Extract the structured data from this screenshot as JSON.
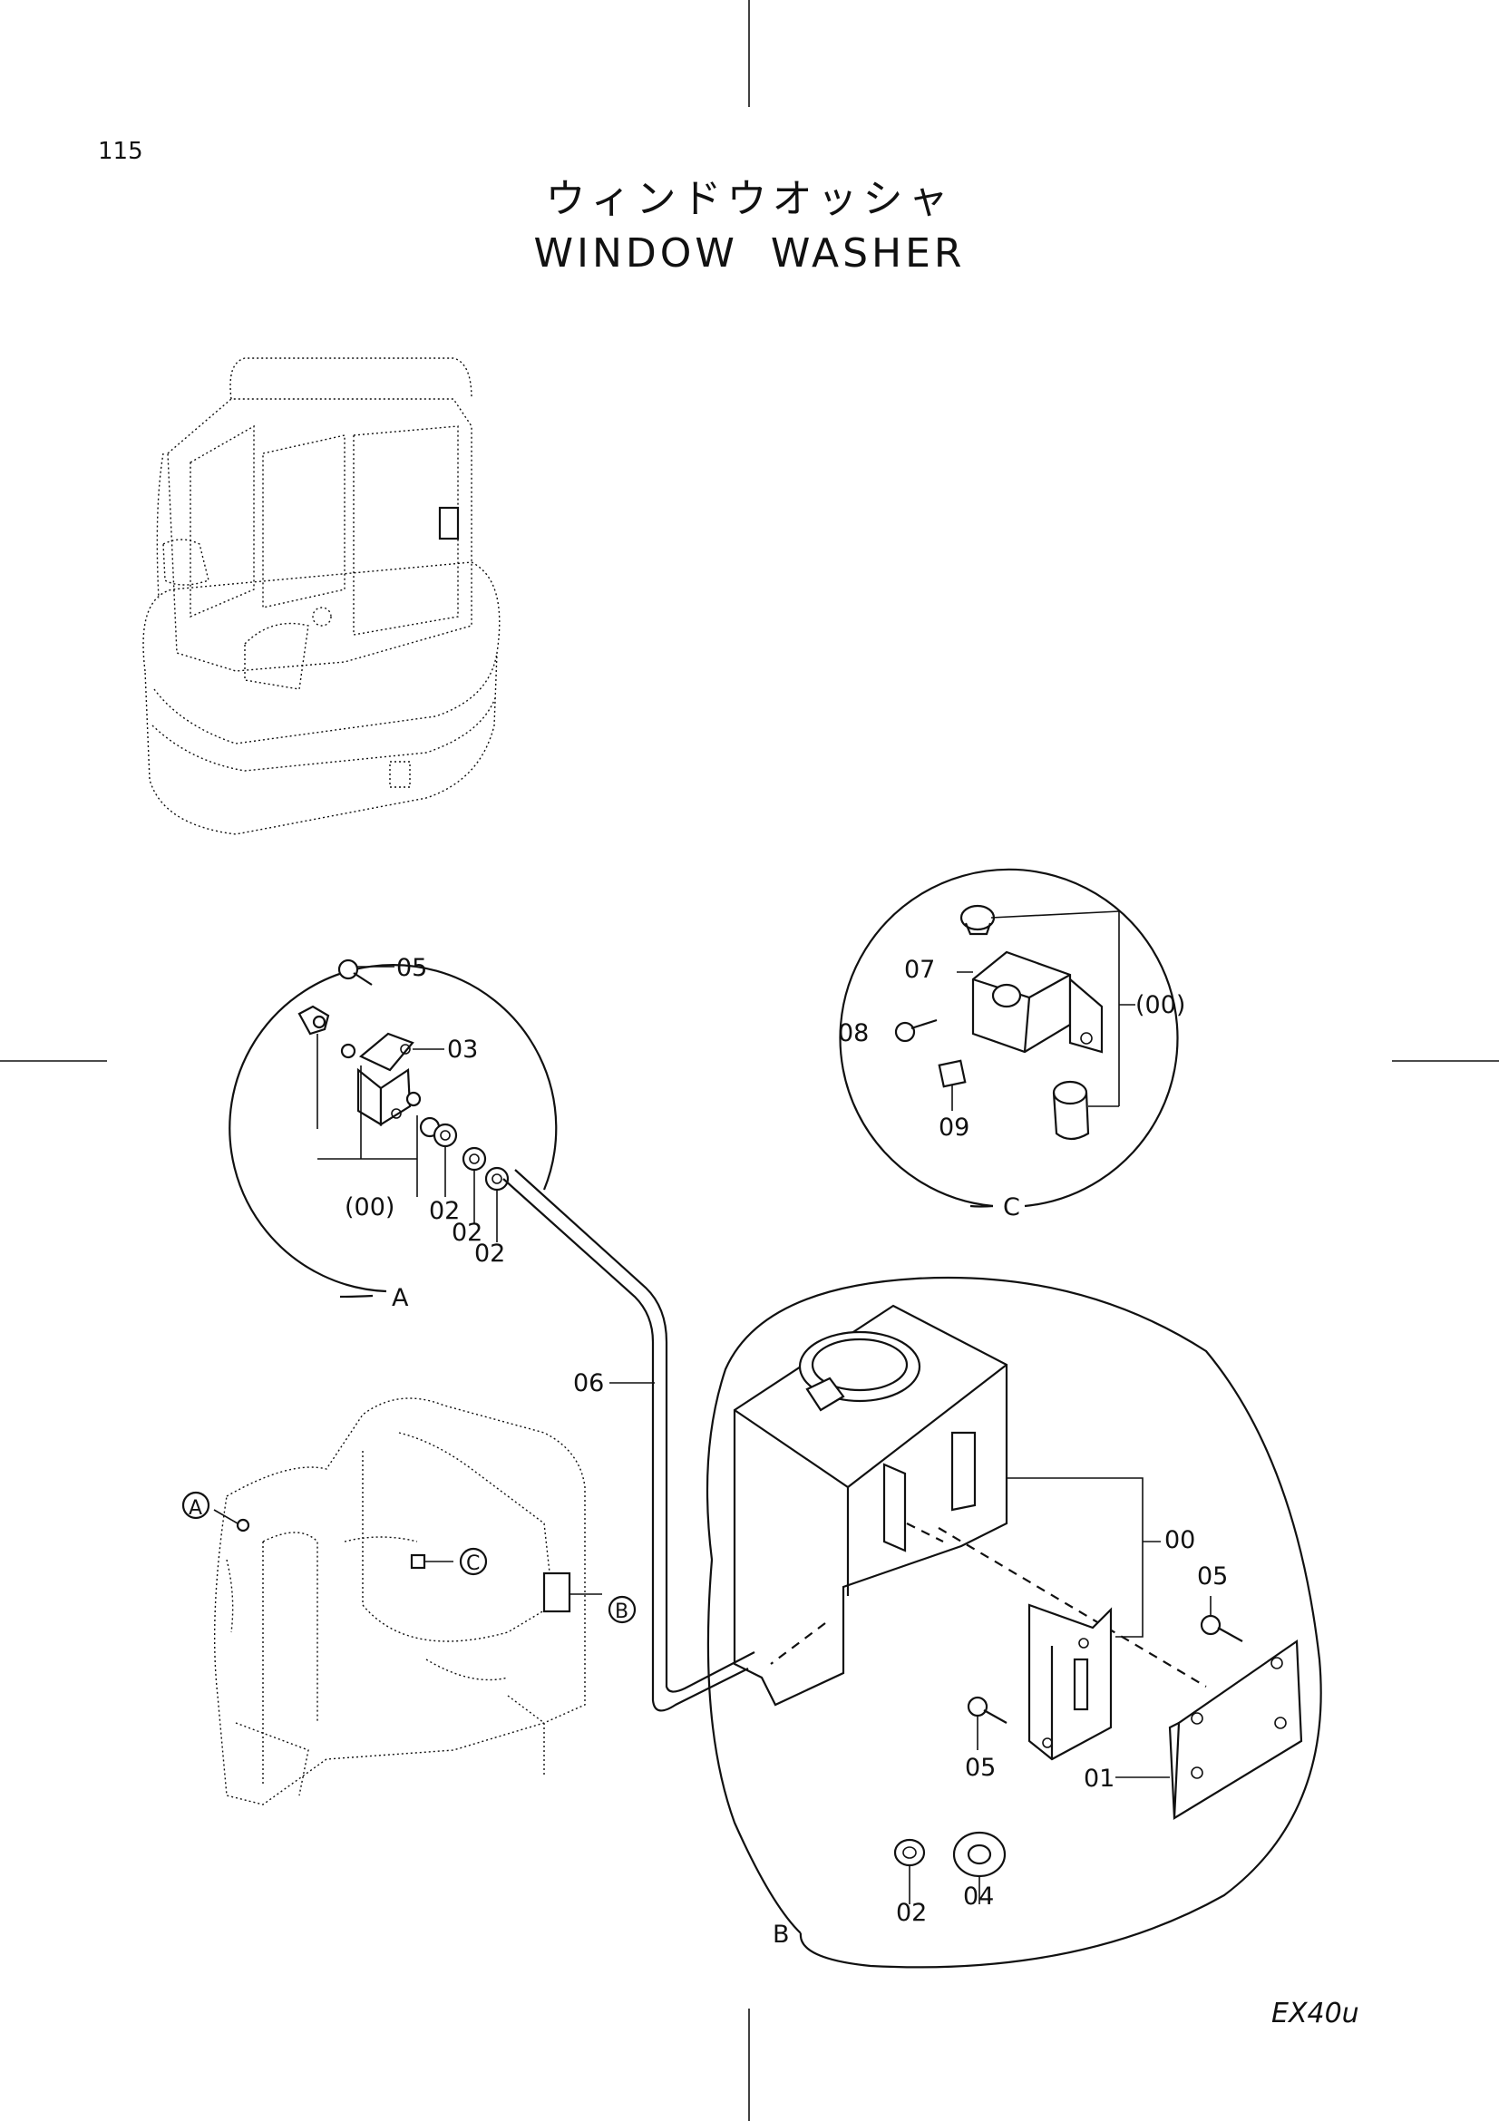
{
  "page_number": "115",
  "title_jp": "ウィンドウオッシャ",
  "title_en": "WINDOW  WASHER",
  "model_code": "EX40u",
  "detail_views": {
    "a": {
      "letter": "A",
      "labels": [
        "05",
        "03",
        "(00)",
        "02",
        "02",
        "02"
      ]
    },
    "b": {
      "letter": "B",
      "labels": [
        "00",
        "05",
        "05",
        "01",
        "02",
        "04"
      ]
    },
    "c": {
      "letter": "C",
      "labels": [
        "07",
        "08",
        "(00)",
        "09"
      ]
    }
  },
  "hose_label": "06",
  "cab_callouts": [
    "A",
    "C",
    "B"
  ]
}
